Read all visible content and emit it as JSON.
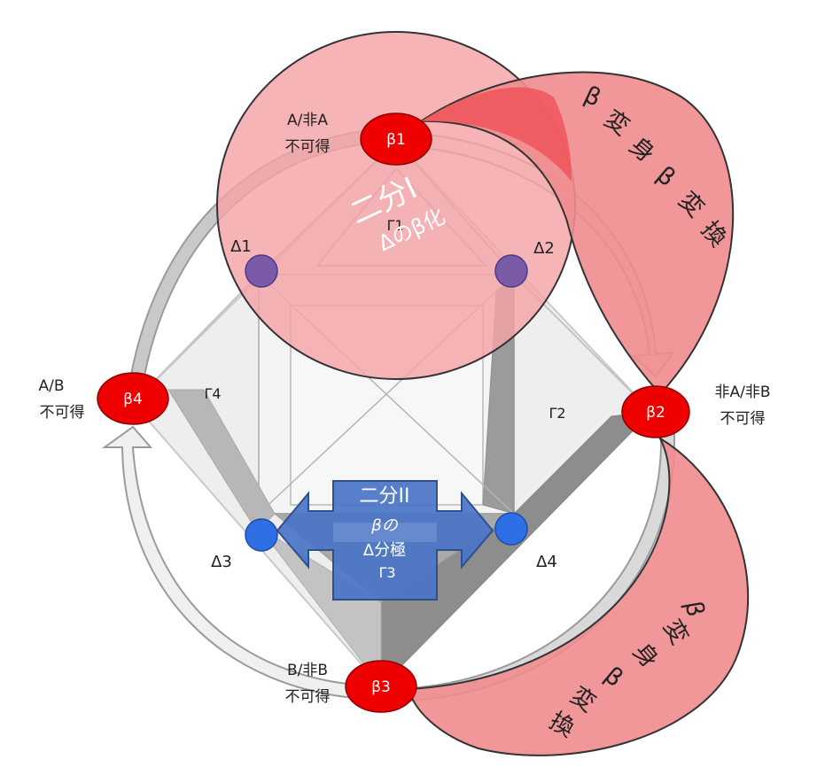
{
  "nodes": {
    "b1": "β1",
    "b2": "β2",
    "b3": "β3",
    "b4": "β4"
  },
  "node_labels": {
    "b1_line1": "A/非A",
    "b1_line2": "不可得",
    "b2_line1": "非A/非B",
    "b2_line2": "不可得",
    "b3_line1": "B/非B",
    "b3_line2": "不可得",
    "b4_line1": "A/B",
    "b4_line2": "不可得"
  },
  "points": {
    "d1": "Δ1",
    "d2": "Δ2",
    "d3": "Δ3",
    "d4": "Δ4"
  },
  "faces": {
    "g1": "Γ1",
    "g2": "Γ2",
    "g3": "Γ3",
    "g4": "Γ4"
  },
  "circle_text": {
    "line1": "二分I",
    "line2": "Δのβ化"
  },
  "blue_arrow_text": {
    "line1": "二分II",
    "line2": "βの",
    "line3": "Δ分極"
  },
  "upper_lobe_chars": [
    "β",
    "変",
    "身",
    "β",
    "変",
    "換"
  ],
  "lower_lobe_chars": [
    "β",
    "変",
    "身",
    "β",
    "変",
    "換"
  ],
  "colors": {
    "node_red": "#ee0000",
    "circle_pink": "#f4a3a6",
    "delta_purple": "#7a5aa8",
    "delta_blue": "#2f6fe6",
    "arrow_blue": "#4472c4"
  }
}
